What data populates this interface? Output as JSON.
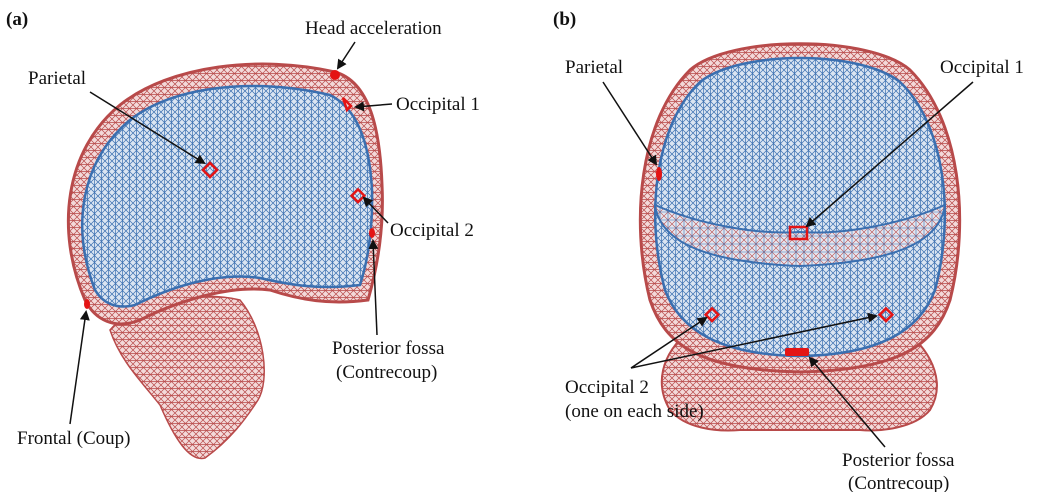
{
  "colors": {
    "skull_mesh": "#b84a4a",
    "brain_mesh": "#3a6fb0",
    "marker": "#e41414",
    "arrow": "#111111"
  },
  "panels": {
    "a": {
      "panel_label": "(a)",
      "labels": {
        "head_acceleration": "Head acceleration",
        "parietal": "Parietal",
        "occipital1": "Occipital 1",
        "occipital2": "Occipital 2",
        "posterior_fossa_l1": "Posterior fossa",
        "posterior_fossa_l2": "(Contrecoup)",
        "frontal": "Frontal (Coup)"
      }
    },
    "b": {
      "panel_label": "(b)",
      "labels": {
        "parietal": "Parietal",
        "occipital1": "Occipital 1",
        "occipital2_l1": "Occipital 2",
        "occipital2_l2": "(one on each side)",
        "posterior_fossa_l1": "Posterior fossa",
        "posterior_fossa_l2": "(Contrecoup)"
      }
    }
  }
}
